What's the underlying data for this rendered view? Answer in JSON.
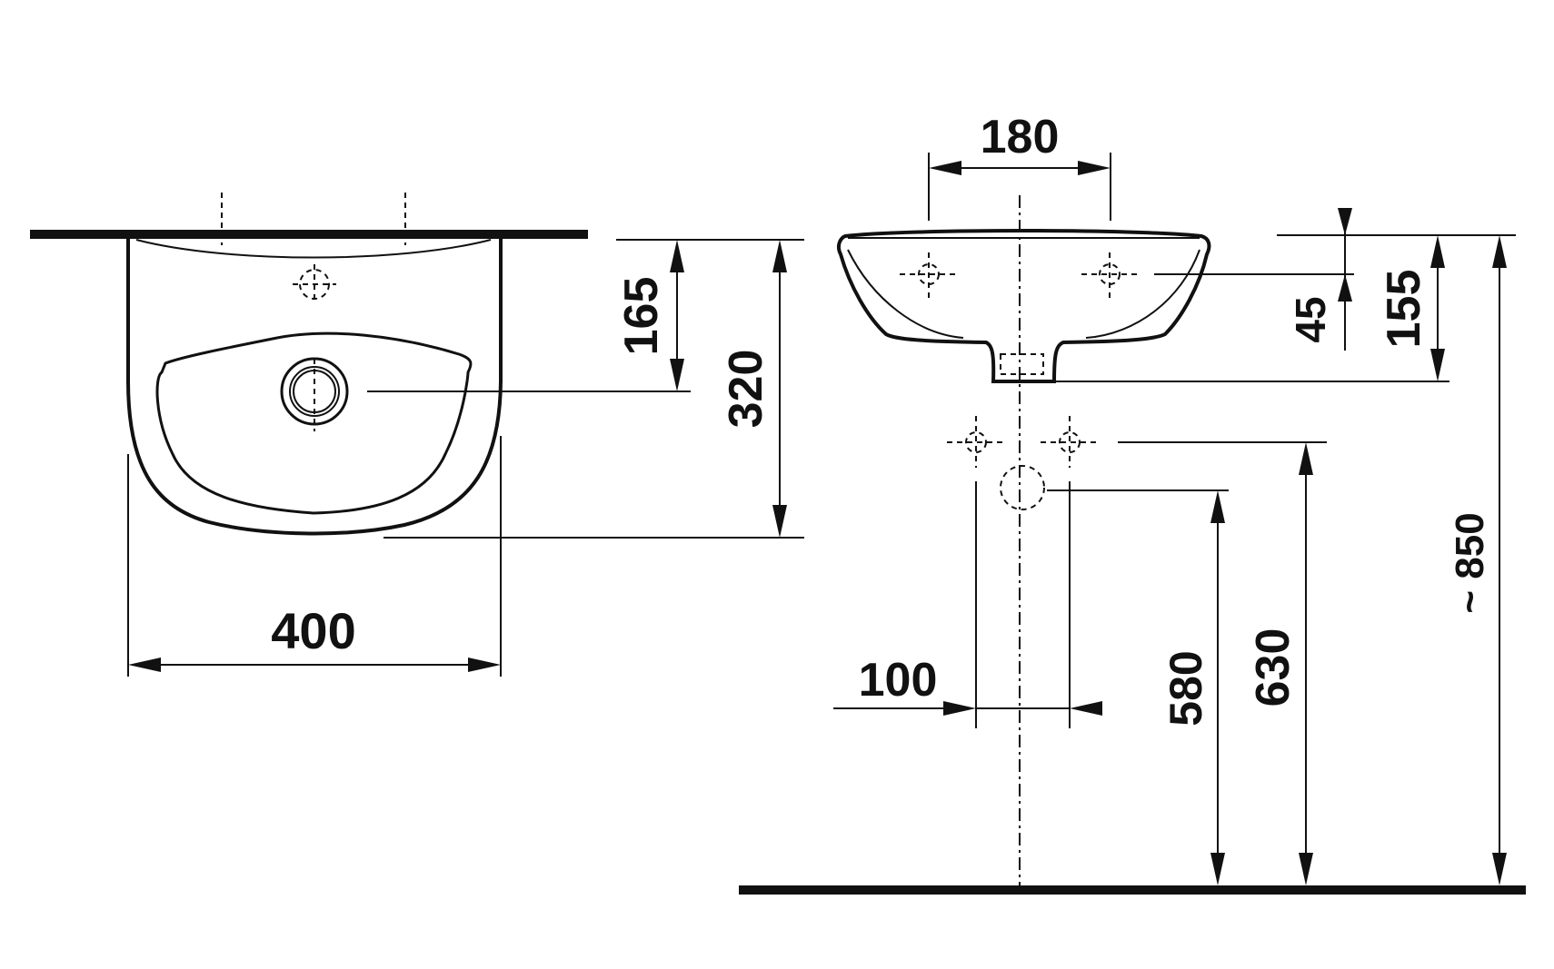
{
  "drawing": {
    "colors": {
      "line": "#111111",
      "background": "#ffffff"
    },
    "top_view": {
      "width_label": "400",
      "depth_label": "320",
      "drain_offset_label": "165"
    },
    "side_view": {
      "tap_spacing_label": "180",
      "hole_height_label": "45",
      "basin_height_label": "155",
      "pipe_spacing_label": "100",
      "waste_height_label": "580",
      "supply_height_label": "630",
      "rim_height_label": "~ 850"
    }
  }
}
